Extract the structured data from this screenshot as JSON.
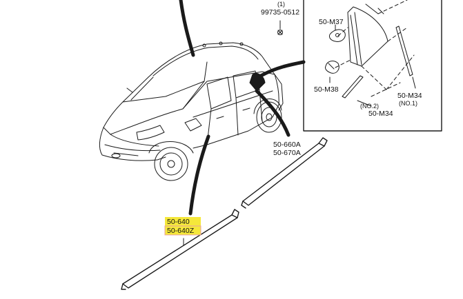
{
  "labels": {
    "part_99735": "99735-0512",
    "callout_1": "(1)",
    "part_m37": "50-M37",
    "part_m38": "50-M38",
    "part_m34_no1": "50-M34",
    "note_no1": "(NO.1)",
    "note_no2": "(NO.2)",
    "part_m34_no2": "50-M34",
    "part_660a": "50-660A",
    "part_670a": "50-670A",
    "part_640": "50-640",
    "part_640z": "50-640Z"
  },
  "colors": {
    "ink": "#1a1a1a",
    "highlight": "#f5e83a",
    "highlight_box_border": "#e8a0a0"
  }
}
